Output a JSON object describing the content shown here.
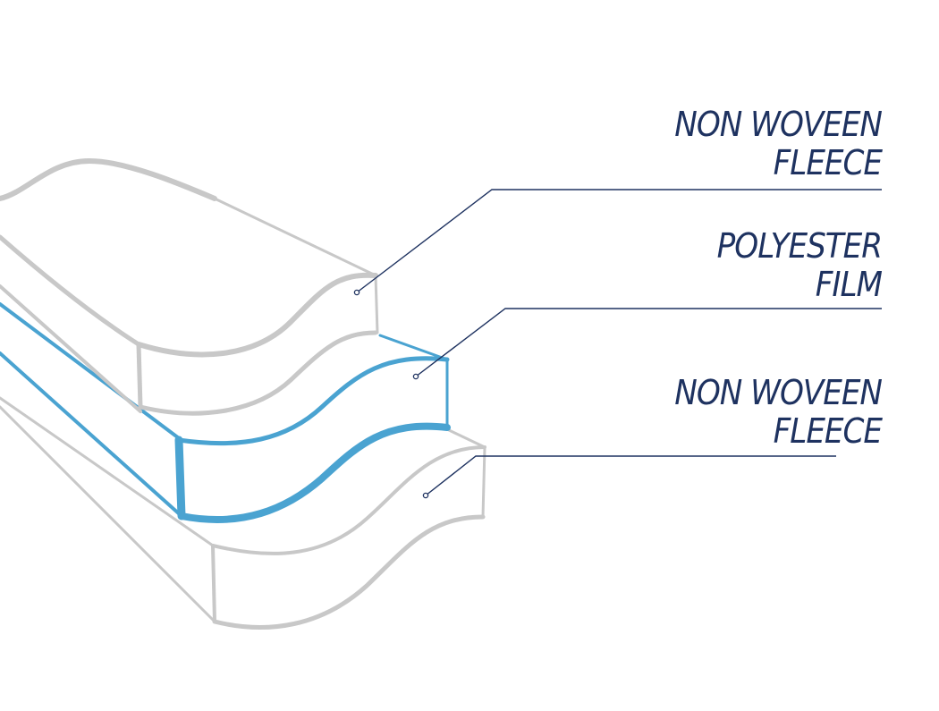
{
  "labels": [
    {
      "line1": "NON WOVEEN",
      "line2": "FLEECE"
    },
    {
      "line1": "POLYESTER",
      "line2": "FILM"
    },
    {
      "line1": "NON WOVEEN",
      "line2": "FLEECE"
    }
  ],
  "colors": {
    "label_text": "#1e3260",
    "leader_line": "#1e3260",
    "fleece_outline": "#c8c8c8",
    "film_outline": "#4aa3d1",
    "background": "#ffffff"
  }
}
